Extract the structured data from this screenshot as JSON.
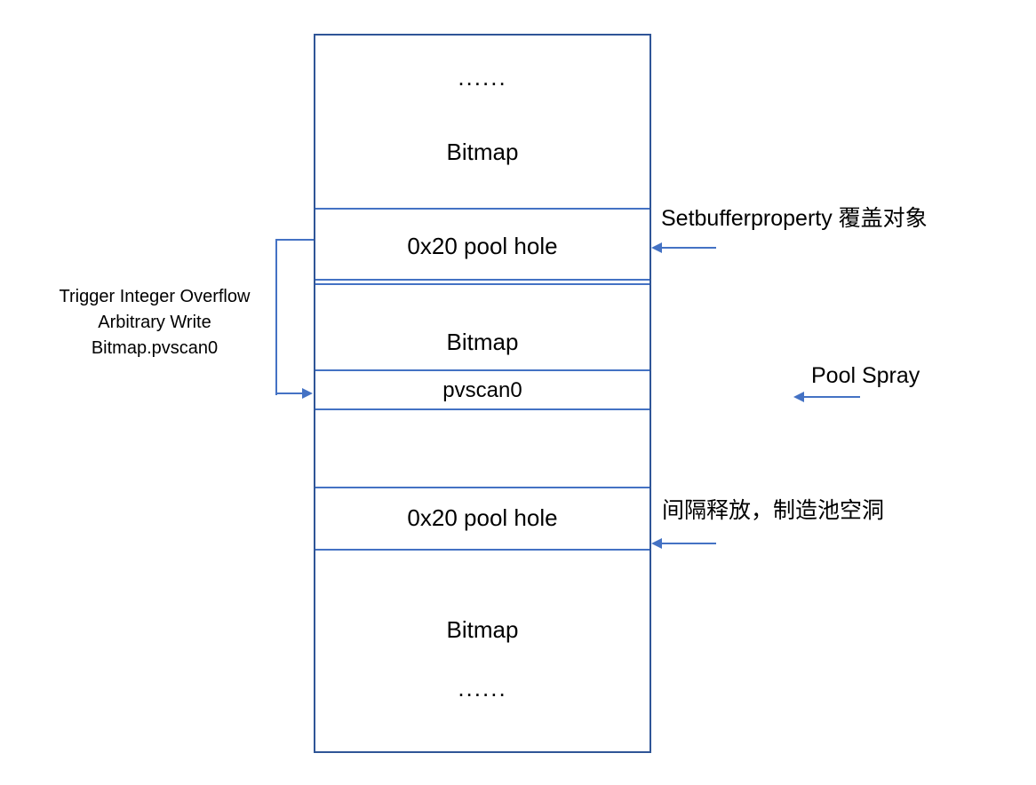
{
  "colors": {
    "outer_border": "#2F5597",
    "divider": "#4472C4",
    "arrow": "#4472C4",
    "text": "#000000"
  },
  "memory_column": {
    "top_block": {
      "ellipsis": "......",
      "label": "Bitmap"
    },
    "pool_hole_1": {
      "label": "0x20 pool hole"
    },
    "bitmap_2": {
      "label": "Bitmap"
    },
    "pvscan0": {
      "label": "pvscan0"
    },
    "empty_block": {
      "label": ""
    },
    "pool_hole_2": {
      "label": "0x20 pool hole"
    },
    "bottom_block": {
      "label": "Bitmap",
      "ellipsis": "......"
    }
  },
  "annotations": {
    "left": {
      "line1": "Trigger Integer Overflow",
      "line2": "Arbitrary Write",
      "line3": "Bitmap.pvscan0"
    },
    "right_top": "Setbufferproperty 覆盖对象",
    "right_middle": "Pool Spray",
    "right_bottom": "间隔释放，制造池空洞"
  }
}
